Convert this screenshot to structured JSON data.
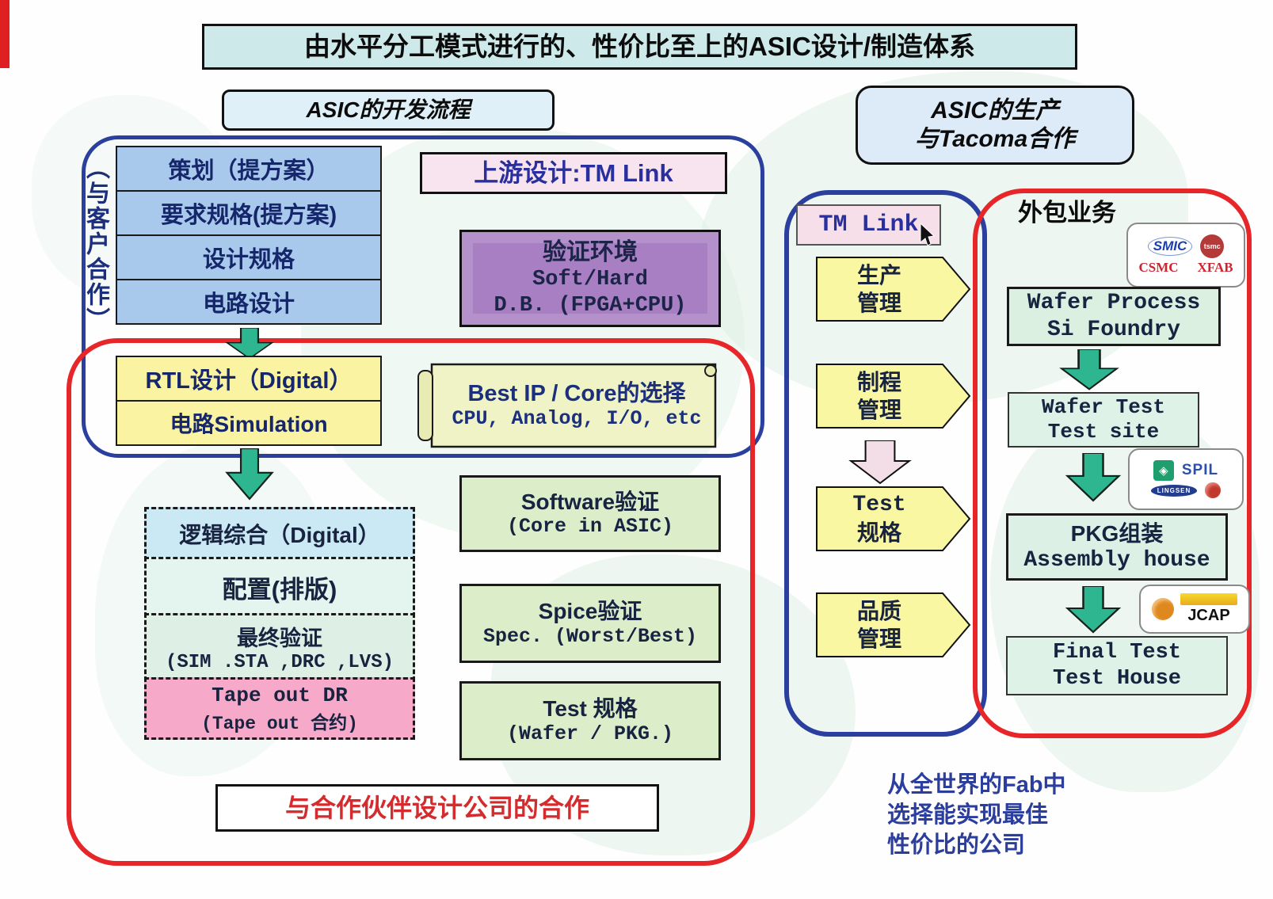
{
  "title": "由水平分工模式进行的、性价比至上的ASIC设计/制造体系",
  "colors": {
    "container_blue": "#2b3f9f",
    "container_red": "#e62628",
    "arrow_green": "#2eb690",
    "mgmt_arrow_yellow": "#faf7a2",
    "banner_text_red": "#d42b2e",
    "navy_text": "#1c2f7c",
    "title_bg": "#cde9e9",
    "plan_row_blue": "#a9c9ec",
    "rtl_yellow": "#faf4a2",
    "verify_purple": "#a87fc3",
    "tm_link_pink": "#f6dfe9",
    "tapeout_pink": "#f7a9c9",
    "green_box": "#dcedca",
    "mint_box": "#def2e8"
  },
  "left": {
    "header": "ASIC的开发流程",
    "side_label": "（与客户合作）",
    "plan_rows": [
      "策划（提方案）",
      "要求规格(提方案)",
      "设计规格",
      "电路设计"
    ],
    "rtl_rows": [
      "RTL设计（Digital）",
      "电路Simulation"
    ],
    "upstream_label": "上游设计:TM Link",
    "verify_env": {
      "line1": "验证环境",
      "line2": "Soft/Hard",
      "line3": "D.B. (FPGA+CPU)"
    },
    "ip_scroll": {
      "line1": "Best IP / Core的选择",
      "line2": "CPU, Analog, I/O, etc"
    },
    "dashed_rows": [
      {
        "line1": "逻辑综合（Digital）",
        "line2": ""
      },
      {
        "line1": "配置(排版)",
        "line2": ""
      },
      {
        "line1": "最终验证",
        "line2": "(SIM .STA ,DRC ,LVS)"
      },
      {
        "line1": "Tape out DR",
        "line2": "(Tape out 合约)"
      }
    ],
    "verify_boxes": [
      {
        "line1": "Software验证",
        "line2": "(Core in ASIC)"
      },
      {
        "line1": "Spice验证",
        "line2": "Spec. (Worst/Best)"
      },
      {
        "line1": "Test 规格",
        "line2": "(Wafer / PKG.)"
      }
    ],
    "partner_banner": "与合作伙伴设计公司的合作"
  },
  "right": {
    "header_line1": "ASIC的生产",
    "header_line2": "与Tacoma合作",
    "tm_link_label": "TM Link",
    "mgmt_arrows": [
      {
        "line1": "生产",
        "line2": "管理"
      },
      {
        "line1": "制程",
        "line2": "管理"
      },
      {
        "line1": "Test",
        "line2": "规格"
      },
      {
        "line1": "品质",
        "line2": "管理"
      }
    ],
    "outsourcing_title": "外包业务",
    "foundry_logos": {
      "smic": "SMIC",
      "tsmc": "tsmc",
      "csmc": "CSMC",
      "xfab": "XFAB"
    },
    "flow_boxes": [
      {
        "line1": "Wafer Process",
        "line2": "Si Foundry"
      },
      {
        "line1": "Wafer Test",
        "line2": "Test site"
      },
      {
        "line1": "PKG组装",
        "line2": "Assembly house"
      },
      {
        "line1": "Final Test",
        "line2": "Test House"
      }
    ],
    "assembly_logos": {
      "spil": "SPIL",
      "lingsen": "LINGSEN"
    },
    "jcap_label": "JCAP",
    "footnote_lines": [
      "从全世界的Fab中",
      "选择能实现最佳",
      "性价比的公司"
    ]
  }
}
